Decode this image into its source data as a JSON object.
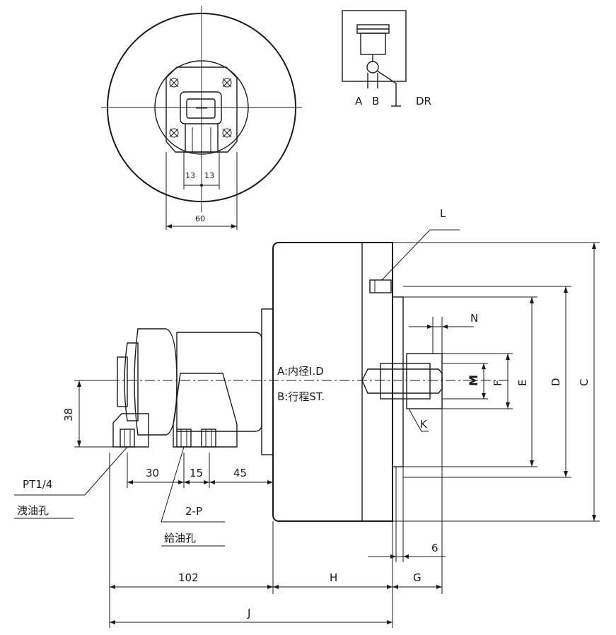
{
  "top_view": {
    "dim_13_left": "13",
    "dim_13_right": "13",
    "dim_60": "60"
  },
  "schematic": {
    "port_a": "A",
    "port_b": "B",
    "port_dr": "DR"
  },
  "side_view": {
    "label_L": "L",
    "label_N": "N",
    "label_M": "M",
    "label_F": "F",
    "label_E": "E",
    "label_D": "D",
    "label_C": "C",
    "label_K": "K",
    "label_A_desc": "A:内径I.D",
    "label_B_desc": "B:行程ST.",
    "dim_38": "38",
    "dim_30": "30",
    "dim_15": "15",
    "dim_45": "45",
    "dim_6": "6",
    "dim_102": "102",
    "dim_H": "H",
    "dim_G": "G",
    "dim_J": "J",
    "label_pt14": "PT1/4",
    "label_drain": "洩油孔",
    "label_2p": "2-P",
    "label_supply": "給油孔"
  }
}
